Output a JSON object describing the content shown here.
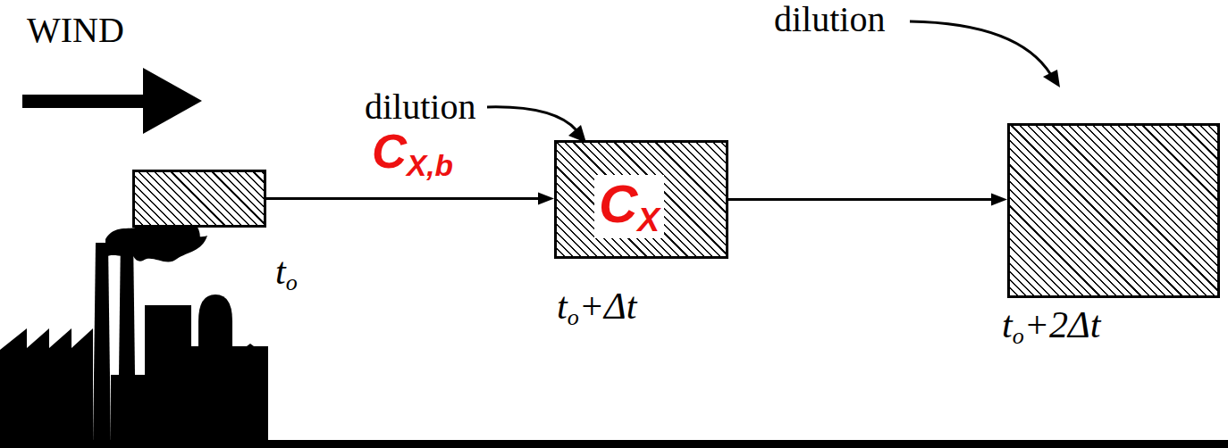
{
  "diagram": {
    "nodes": [
      {
        "text": [
          "to"
        ]
      },
      {
        "text": [
          "CX",
          "to+Δt"
        ]
      },
      {
        "text": [
          "to+2Δt"
        ]
      }
    ],
    "edges": [
      {
        "from": 0,
        "to": 1,
        "arrow": "to"
      },
      {
        "from": 1,
        "to": 2,
        "arrow": "to"
      }
    ],
    "labels": [
      "WIND",
      "dilution",
      "dilution",
      "CX,b"
    ]
  }
}
